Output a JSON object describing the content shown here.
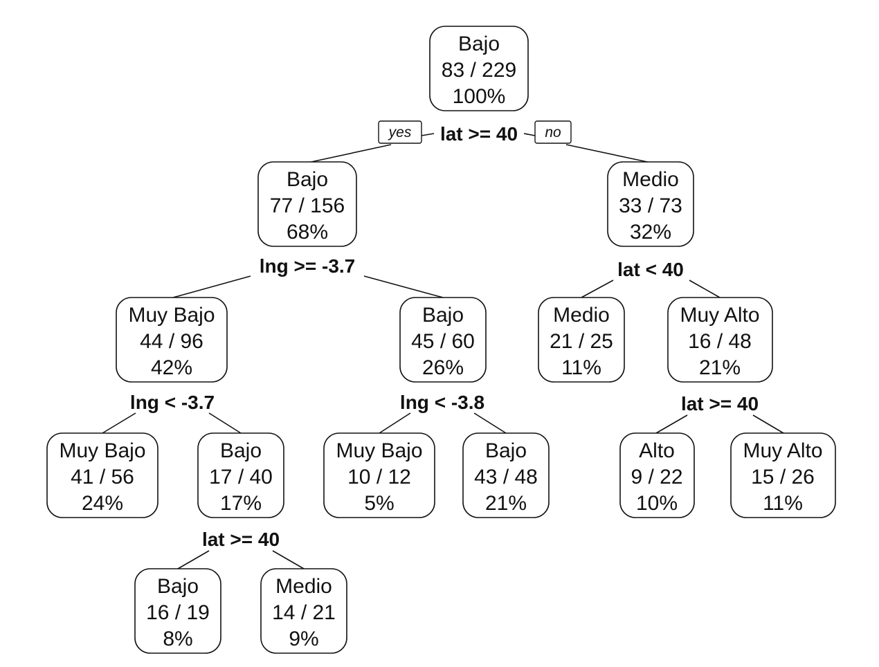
{
  "tree": {
    "labels": {
      "yes": "yes",
      "no": "no"
    },
    "nodes": [
      {
        "id": "root",
        "class": "Bajo",
        "count": "83 / 229",
        "pct": "100%"
      },
      {
        "id": "n2",
        "class": "Bajo",
        "count": "77 / 156",
        "pct": "68%"
      },
      {
        "id": "n3",
        "class": "Medio",
        "count": "33 / 73",
        "pct": "32%"
      },
      {
        "id": "n4",
        "class": "Muy Bajo",
        "count": "44 / 96",
        "pct": "42%"
      },
      {
        "id": "n5",
        "class": "Bajo",
        "count": "45 / 60",
        "pct": "26%"
      },
      {
        "id": "n6",
        "class": "Medio",
        "count": "21 / 25",
        "pct": "11%"
      },
      {
        "id": "n7",
        "class": "Muy Alto",
        "count": "16 / 48",
        "pct": "21%"
      },
      {
        "id": "n8",
        "class": "Muy Bajo",
        "count": "41 / 56",
        "pct": "24%"
      },
      {
        "id": "n9",
        "class": "Bajo",
        "count": "17 / 40",
        "pct": "17%"
      },
      {
        "id": "n10",
        "class": "Muy Bajo",
        "count": "10 / 12",
        "pct": "5%"
      },
      {
        "id": "n11",
        "class": "Bajo",
        "count": "43 / 48",
        "pct": "21%"
      },
      {
        "id": "n14",
        "class": "Alto",
        "count": "9 / 22",
        "pct": "10%"
      },
      {
        "id": "n15",
        "class": "Muy Alto",
        "count": "15 / 26",
        "pct": "11%"
      },
      {
        "id": "n18",
        "class": "Bajo",
        "count": "16 / 19",
        "pct": "8%"
      },
      {
        "id": "n19",
        "class": "Medio",
        "count": "14 / 21",
        "pct": "9%"
      }
    ],
    "splits": [
      {
        "id": "s-root",
        "text": "lat >= 40"
      },
      {
        "id": "s-n2",
        "text": "lng >= -3.7"
      },
      {
        "id": "s-n3",
        "text": "lat < 40"
      },
      {
        "id": "s-n4",
        "text": "lng < -3.7"
      },
      {
        "id": "s-n5",
        "text": "lng < -3.8"
      },
      {
        "id": "s-n7",
        "text": "lat >= 40"
      },
      {
        "id": "s-n9",
        "text": "lat >= 40"
      }
    ]
  }
}
